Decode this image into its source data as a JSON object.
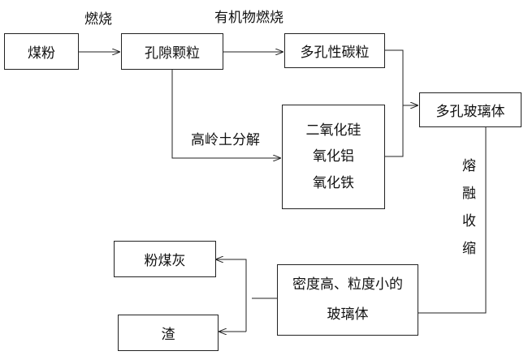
{
  "nodes": {
    "coal_powder": "煤粉",
    "pore_particles": "孔隙颗粒",
    "porous_carbon": "多孔性碳粒",
    "porous_glass": "多孔玻璃体",
    "oxides": [
      "二氧化硅",
      "氧化铝",
      "氧化铁"
    ],
    "dense_glass": [
      "密度高、粒度小的",
      "玻璃体"
    ],
    "fly_ash": "粉煤灰",
    "slag": "渣"
  },
  "edge_labels": {
    "combustion": "燃烧",
    "organic_combustion": "有机物燃烧",
    "kaolin_decomposition": "高岭土分解",
    "melt_shrink": [
      "熔",
      "融",
      "收",
      "缩"
    ]
  }
}
